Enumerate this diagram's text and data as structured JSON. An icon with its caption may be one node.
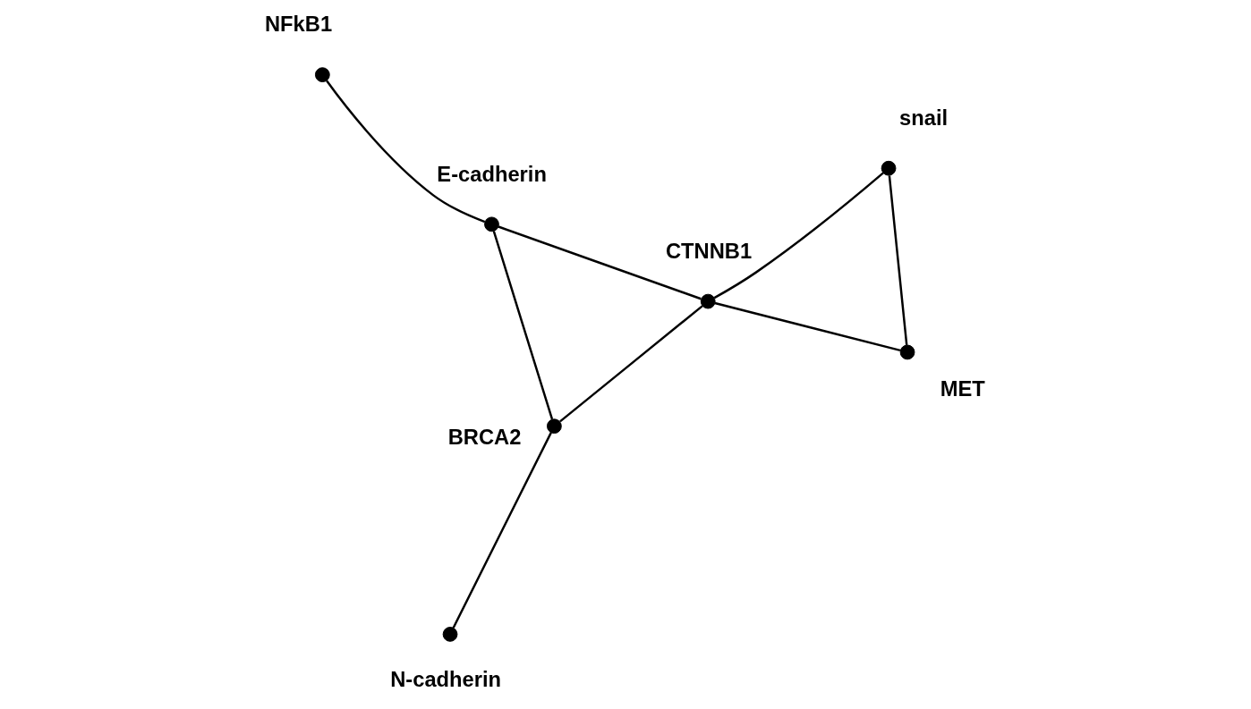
{
  "diagram": {
    "nodes": [
      {
        "text": [],
        "shape": "circle",
        "beside": [
          "NFkB1"
        ]
      },
      {
        "text": [],
        "shape": "circle",
        "beside": [
          "E-cadherin"
        ]
      },
      {
        "text": [],
        "shape": "circle",
        "beside": [
          "BRCA2"
        ]
      },
      {
        "text": [],
        "shape": "circle",
        "beside": [
          "N-cadherin"
        ]
      },
      {
        "text": [],
        "shape": "circle",
        "beside": [
          "MET"
        ]
      },
      {
        "text": [],
        "shape": "circle",
        "beside": [
          "CTNNB1"
        ]
      },
      {
        "text": [],
        "shape": "circle",
        "beside": [
          "snail"
        ]
      }
    ],
    "edges": [
      {
        "from": 1,
        "to": 0,
        "arrow": "none"
      },
      {
        "from": 1,
        "to": 2,
        "arrow": "none"
      },
      {
        "from": 1,
        "to": 5,
        "arrow": "none"
      },
      {
        "from": 3,
        "to": 2,
        "arrow": "none"
      },
      {
        "from": 2,
        "to": 5,
        "arrow": "none"
      },
      {
        "from": 5,
        "to": 4,
        "arrow": "none"
      },
      {
        "from": 5,
        "to": 6,
        "arrow": "none"
      },
      {
        "from": 4,
        "to": 6,
        "arrow": "none"
      }
    ]
  }
}
